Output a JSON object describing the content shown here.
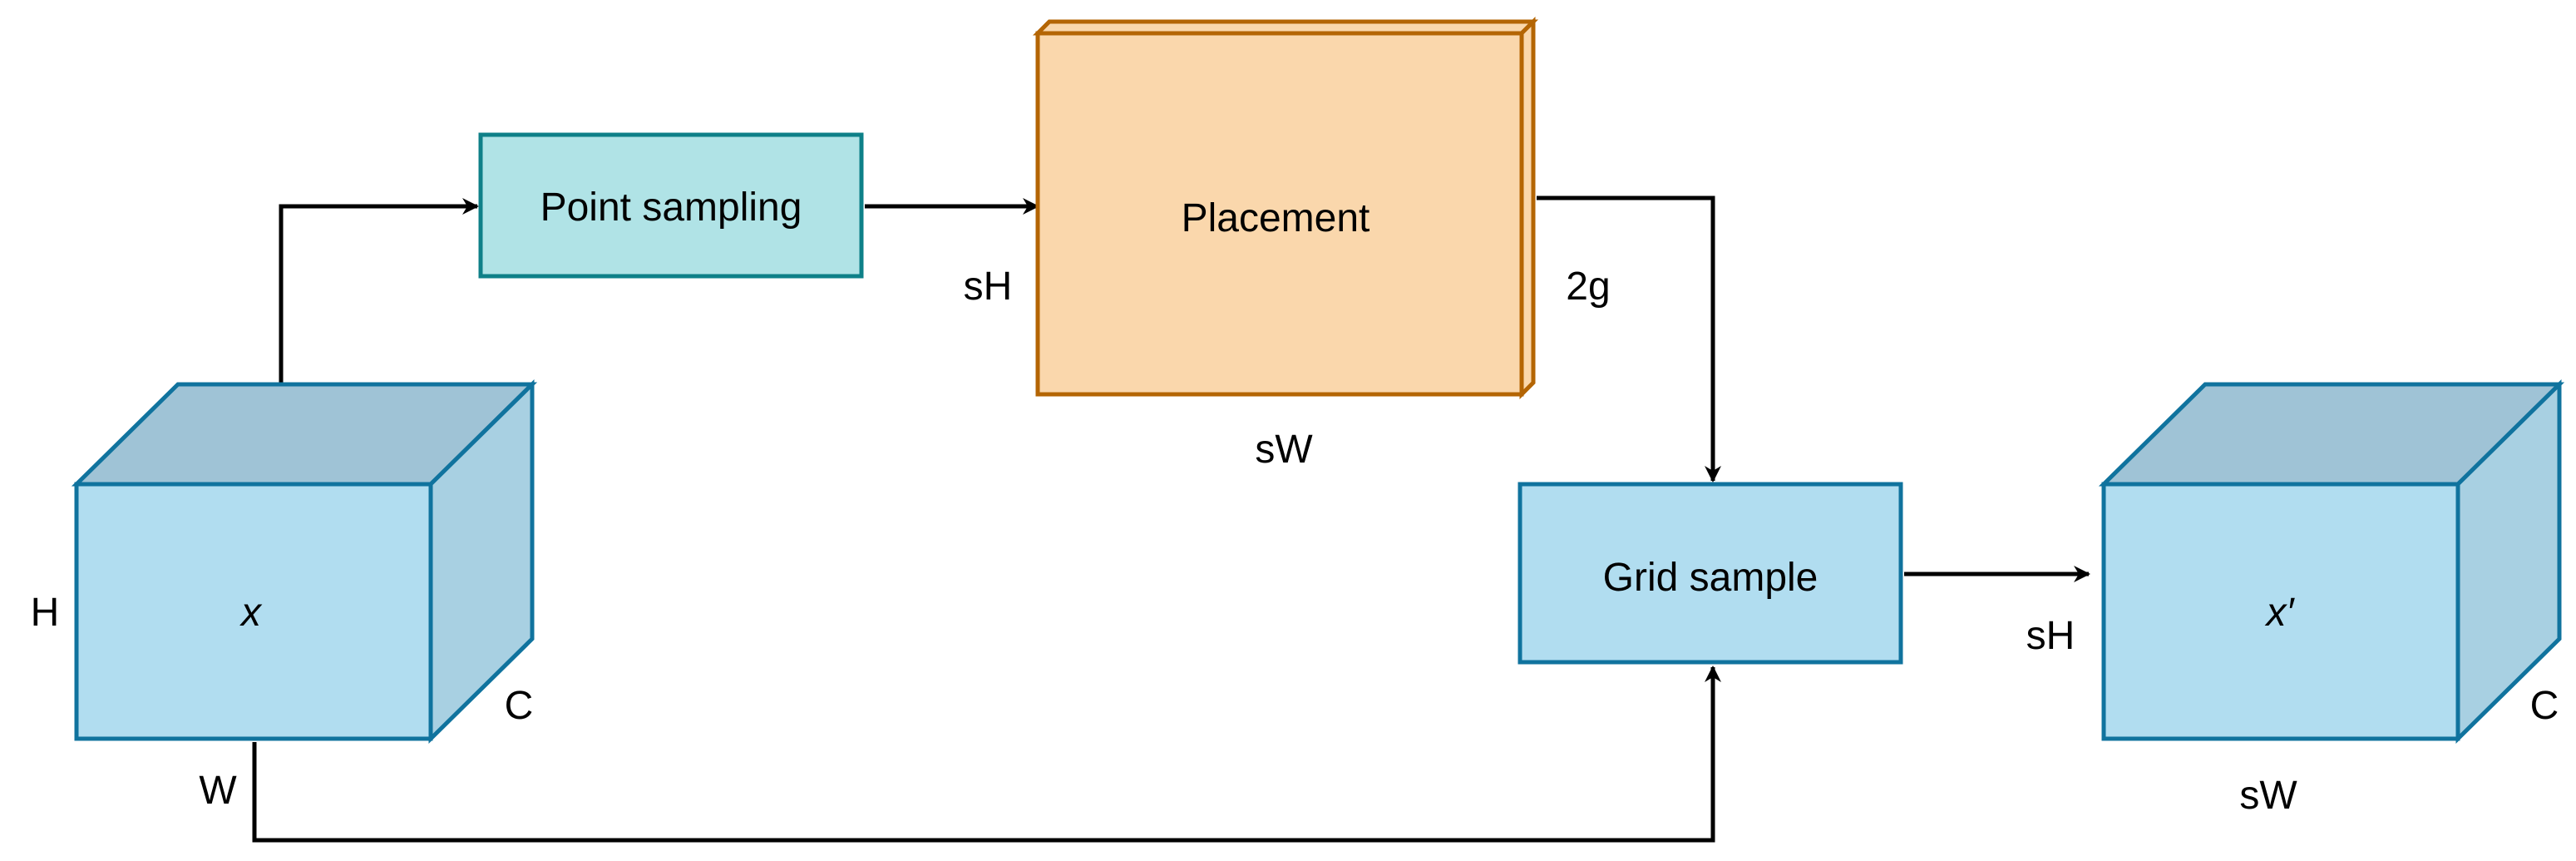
{
  "input_cube": {
    "symbol": "x",
    "height_label": "H",
    "width_label": "W",
    "channel_label": "C"
  },
  "point_sampling": {
    "label": "Point sampling"
  },
  "placement": {
    "label": "Placement",
    "height_label": "sH",
    "width_label": "sW",
    "channel_label": "2g"
  },
  "grid_sample": {
    "label": "Grid sample"
  },
  "output_cube": {
    "symbol": "x′",
    "height_label": "sH",
    "width_label": "sW",
    "channel_label": "C"
  },
  "colors": {
    "cube_front": "#b1ddf0",
    "cube_top": "#9fc3d6",
    "cube_side": "#a8d0e2",
    "cube_stroke": "#10739e",
    "point_sampling_fill": "#b0e3e6",
    "point_sampling_stroke": "#0e8088",
    "placement_fill": "#fad7ac",
    "placement_stroke": "#b46504",
    "grid_fill": "#b1ddf0",
    "grid_stroke": "#10739e",
    "arrow": "#000000"
  }
}
